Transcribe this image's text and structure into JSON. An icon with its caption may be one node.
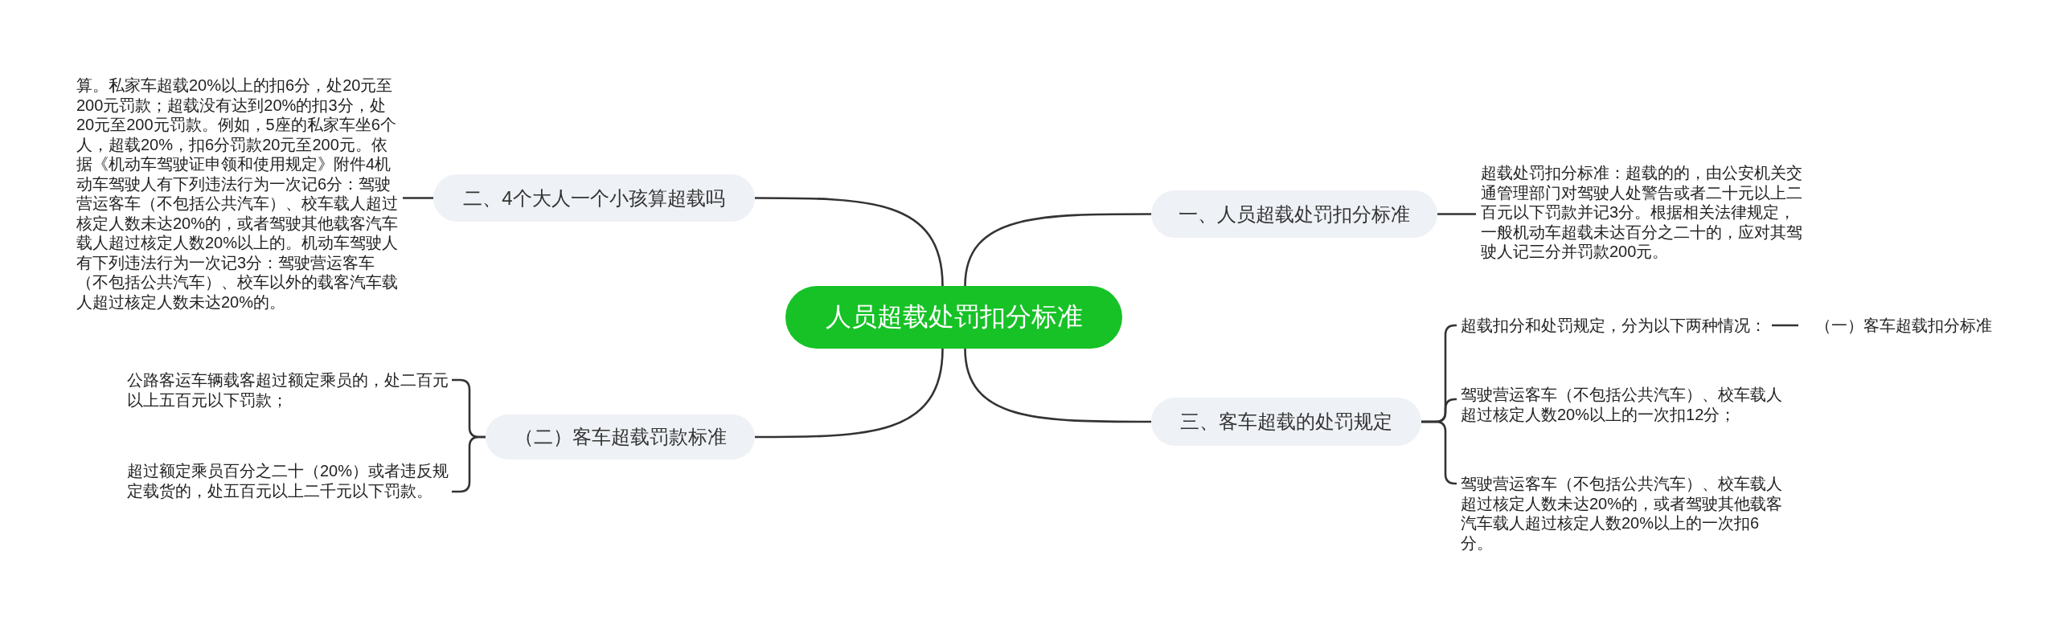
{
  "diagram": {
    "nodes": [
      {
        "text": [
          "人员超载处罚扣分标准"
        ]
      },
      {
        "text": [
          "一、人员超载处罚扣分标准"
        ]
      },
      {
        "text": [
          "超载处罚扣分标准：超载的的，由公安机关交通管理部门对驾驶人处警告或者二十元以上二百元以下罚款并记3分。根据相关法律规定，一般机动车超载未达百分之二十的，应对其驾驶人记三分并罚款200元。"
        ]
      },
      {
        "text": [
          "二、4个大人一个小孩算超载吗"
        ]
      },
      {
        "text": [
          "算。私家车超载20%以上的扣6分，处20元至200元罚款；超载没有达到20%的扣3分，处20元至200元罚款。例如，5座的私家车坐6个人，超载20%，扣6分罚款20元至200元。依据《机动车驾驶证申领和使用规定》附件4机动车驾驶人有下列违法行为一次记6分：驾驶营运客车（不包括公共汽车）、校车载人超过核定人数未达20%的，或者驾驶其他载客汽车载人超过核定人数20%以上的。机动车驾驶人有下列违法行为一次记3分：驾驶营运客车（不包括公共汽车）、校车以外的载客汽车载人超过核定人数未达20%的。"
        ]
      },
      {
        "text": [
          "（二）客车超载罚款标准"
        ]
      },
      {
        "text": [
          "公路客运车辆载客超过额定乘员的，处二百元以上五百元以下罚款；"
        ]
      },
      {
        "text": [
          "超过额定乘员百分之二十（20%）或者违反规定载货的，处五百元以上二千元以下罚款。"
        ]
      },
      {
        "text": [
          "三、客车超载的处罚规定"
        ]
      },
      {
        "text": [
          "超载扣分和处罚规定，分为以下两种情况："
        ]
      },
      {
        "text": [
          "（一）客车超载扣分标准"
        ]
      },
      {
        "text": [
          "驾驶营运客车（不包括公共汽车）、校车载人超过核定人数20%以上的一次扣12分；"
        ]
      },
      {
        "text": [
          "驾驶营运客车（不包括公共汽车）、校车载人超过核定人数未达20%的，或者驾驶其他载客汽车载人超过核定人数20%以上的一次扣6分。"
        ]
      }
    ],
    "edges": [
      {
        "from": 0,
        "to": 1,
        "arrow": "none"
      },
      {
        "from": 1,
        "to": 2,
        "arrow": "none"
      },
      {
        "from": 0,
        "to": 3,
        "arrow": "none"
      },
      {
        "from": 3,
        "to": 4,
        "arrow": "none"
      },
      {
        "from": 0,
        "to": 5,
        "arrow": "none"
      },
      {
        "from": 5,
        "to": 6,
        "arrow": "none"
      },
      {
        "from": 5,
        "to": 7,
        "arrow": "none"
      },
      {
        "from": 0,
        "to": 8,
        "arrow": "none"
      },
      {
        "from": 8,
        "to": 9,
        "arrow": "none"
      },
      {
        "from": 9,
        "to": 10,
        "arrow": "none"
      },
      {
        "from": 8,
        "to": 11,
        "arrow": "none"
      },
      {
        "from": 8,
        "to": 12,
        "arrow": "none"
      }
    ]
  }
}
